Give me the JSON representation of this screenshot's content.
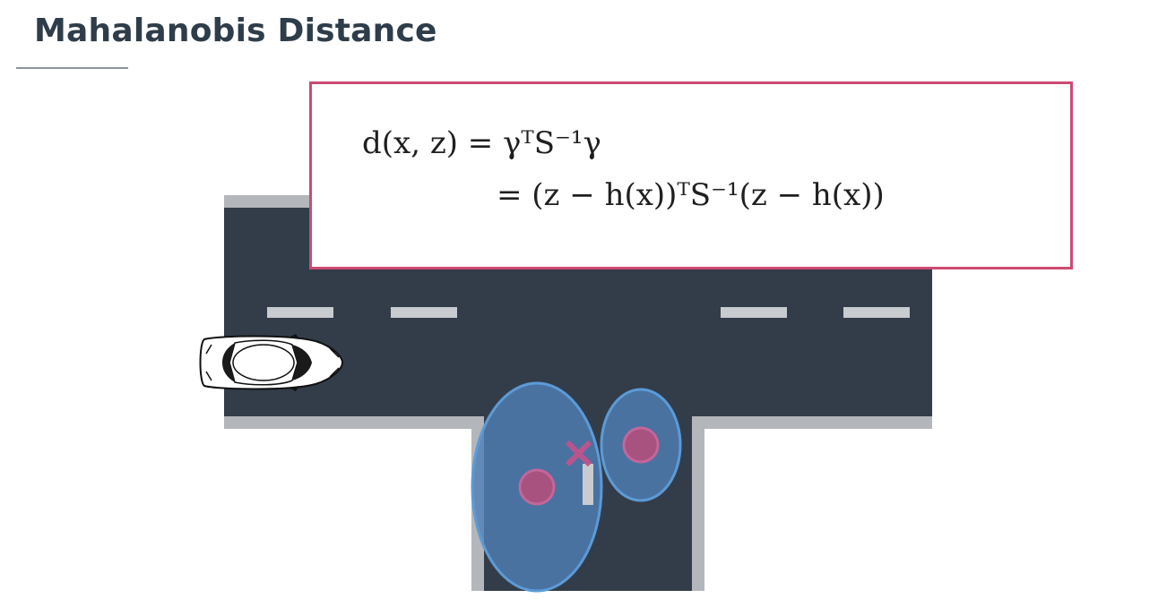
{
  "title": "Mahalanobis Distance",
  "formula": {
    "line1": "d(x, z) = γᵀS⁻¹γ",
    "line2": "= (z − h(x))ᵀS⁻¹(z − h(x))"
  },
  "colors": {
    "title": "#2e3d49",
    "road": "#333d4a",
    "curb": "#b3b6ba",
    "lane_marking": "#c8cbcf",
    "formula_border": "#cc4a72",
    "ellipse_fill": "#4f7fb6",
    "ellipse_stroke": "#5b9bd8",
    "measurement": "#c4669a",
    "prediction_marker": "#b9558c"
  },
  "icons": {
    "vehicle": "car-top-view-icon",
    "prediction": "x-mark-icon"
  }
}
